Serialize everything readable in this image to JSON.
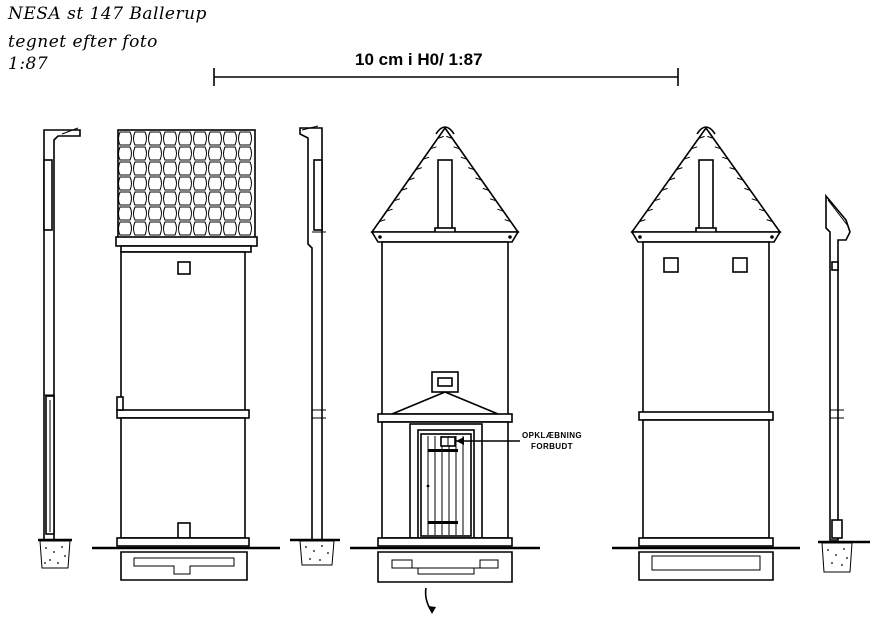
{
  "title": {
    "line1": "NESA  st 147  Ballerup",
    "line2": "tegnet efter foto",
    "line3": "1:87"
  },
  "scale_bar": {
    "label": "10 cm i H0/ 1:87"
  },
  "door_note": {
    "line1": "OPKLÆBNING",
    "line2": "FORBUDT"
  }
}
